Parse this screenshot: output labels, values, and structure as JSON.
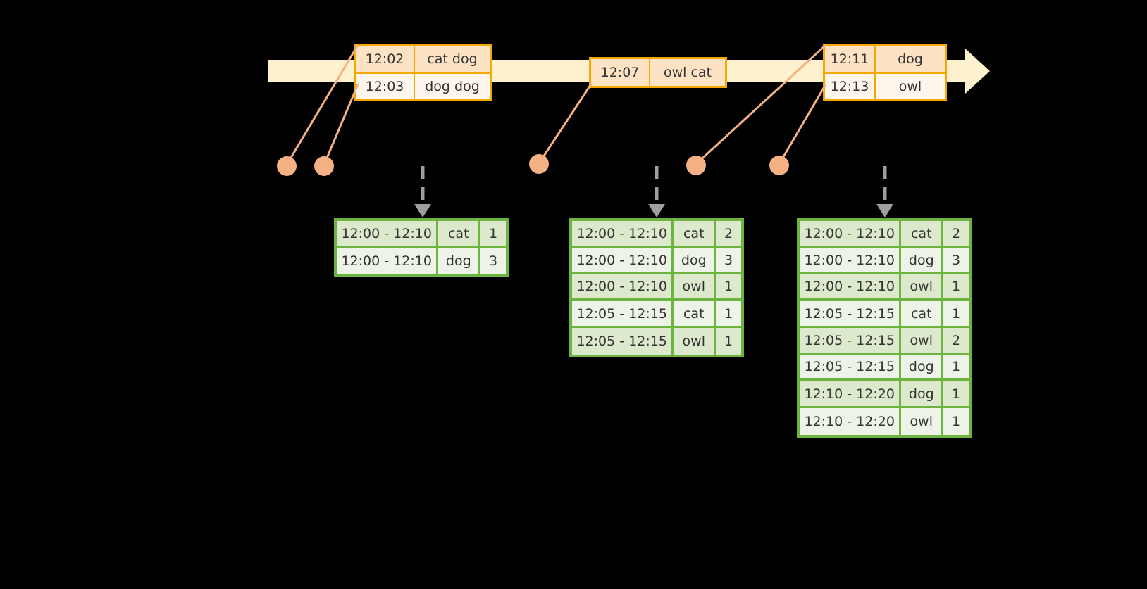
{
  "diagram": {
    "timeline": {
      "bar_color": "#fdf2cd",
      "accent_color": "#f5a800",
      "dot_color": "#f5b183",
      "events": [
        {
          "id": "event-card-1",
          "rows": [
            {
              "time": "12:02",
              "words": "cat dog"
            },
            {
              "time": "12:03",
              "words": "dog dog"
            }
          ]
        },
        {
          "id": "event-card-2",
          "rows": [
            {
              "time": "12:07",
              "words": "owl cat"
            }
          ]
        },
        {
          "id": "event-card-3",
          "rows": [
            {
              "time": "12:11",
              "words": "dog"
            },
            {
              "time": "12:13",
              "words": "owl"
            }
          ]
        }
      ]
    },
    "results": {
      "border_color": "#6cb33f",
      "tables": [
        {
          "id": "result-table-1",
          "rows": [
            {
              "range": "12:00 - 12:10",
              "key": "cat",
              "count": "1"
            },
            {
              "range": "12:00 - 12:10",
              "key": "dog",
              "count": "3"
            }
          ]
        },
        {
          "id": "result-table-2",
          "rows": [
            {
              "range": "12:00 - 12:10",
              "key": "cat",
              "count": "2"
            },
            {
              "range": "12:00 - 12:10",
              "key": "dog",
              "count": "3"
            },
            {
              "range": "12:00 - 12:10",
              "key": "owl",
              "count": "1"
            },
            {
              "range": "12:05 - 12:15",
              "key": "cat",
              "count": "1"
            },
            {
              "range": "12:05 - 12:15",
              "key": "owl",
              "count": "1"
            }
          ]
        },
        {
          "id": "result-table-3",
          "rows": [
            {
              "range": "12:00 - 12:10",
              "key": "cat",
              "count": "2"
            },
            {
              "range": "12:00 - 12:10",
              "key": "dog",
              "count": "3"
            },
            {
              "range": "12:00 - 12:10",
              "key": "owl",
              "count": "1"
            },
            {
              "range": "12:05 - 12:15",
              "key": "cat",
              "count": "1"
            },
            {
              "range": "12:05 - 12:15",
              "key": "owl",
              "count": "2"
            },
            {
              "range": "12:05 - 12:15",
              "key": "dog",
              "count": "1"
            },
            {
              "range": "12:10 - 12:20",
              "key": "dog",
              "count": "1"
            },
            {
              "range": "12:10 - 12:20",
              "key": "owl",
              "count": "1"
            }
          ]
        }
      ]
    }
  }
}
